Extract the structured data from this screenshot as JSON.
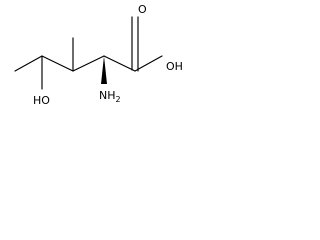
{
  "molecule": {
    "atoms": {
      "hydroxyl_left": {
        "text": "HO"
      },
      "carbonyl_oxygen": {
        "text": "O"
      },
      "hydroxyl_right": {
        "text": "OH"
      },
      "amine": {
        "main": "NH",
        "sub": "2"
      }
    },
    "colors": {
      "line": "#000000",
      "background": "#ffffff"
    }
  }
}
